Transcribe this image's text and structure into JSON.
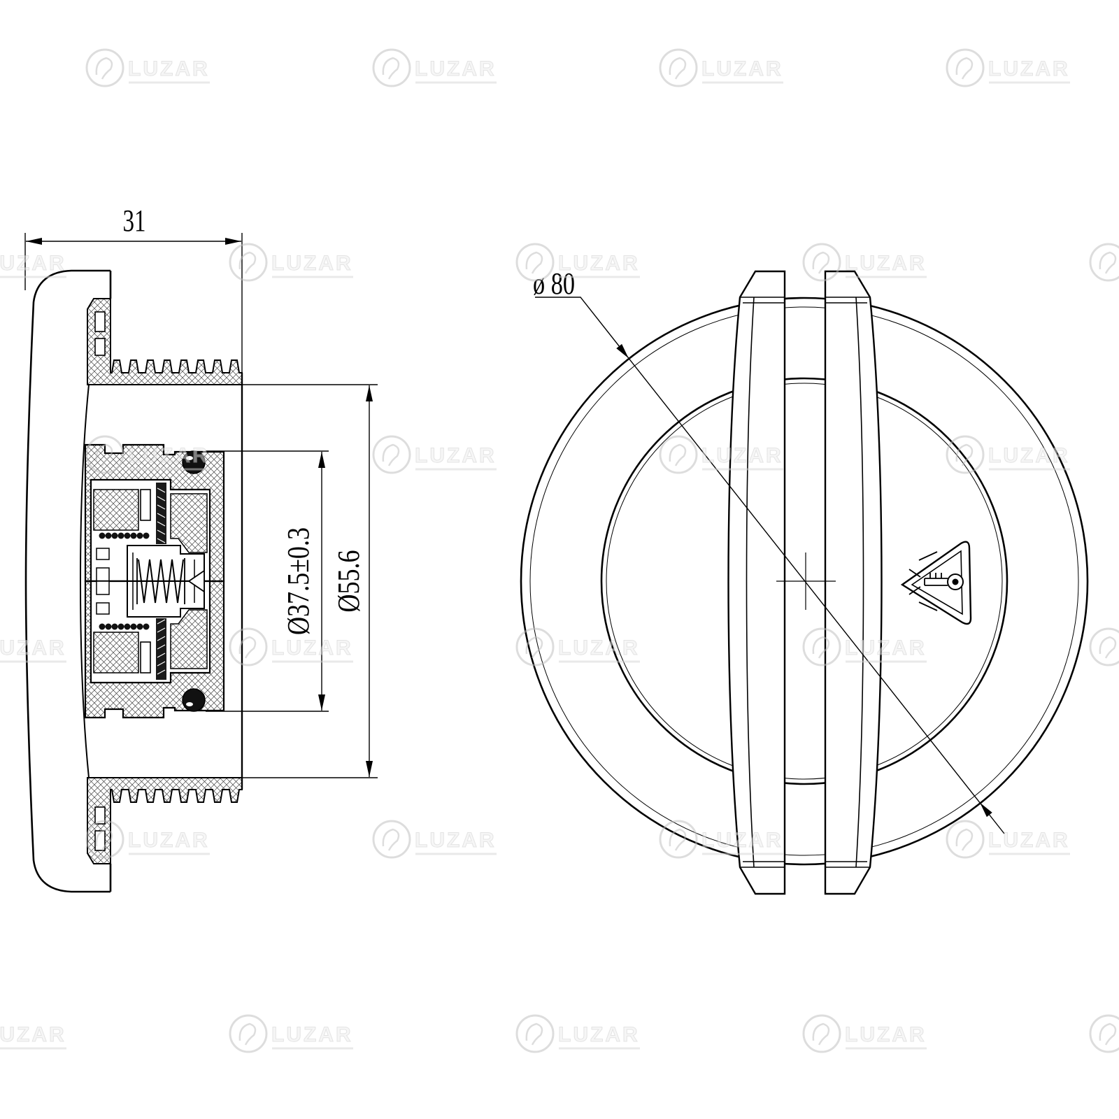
{
  "drawing": {
    "side_view": {
      "overall_length": "31",
      "seal_diameter": "Ø37.5±0.3",
      "neck_diameter": "Ø55.6"
    },
    "top_view": {
      "outer_diameter": "ø 80"
    }
  },
  "watermark": "LUZAR"
}
